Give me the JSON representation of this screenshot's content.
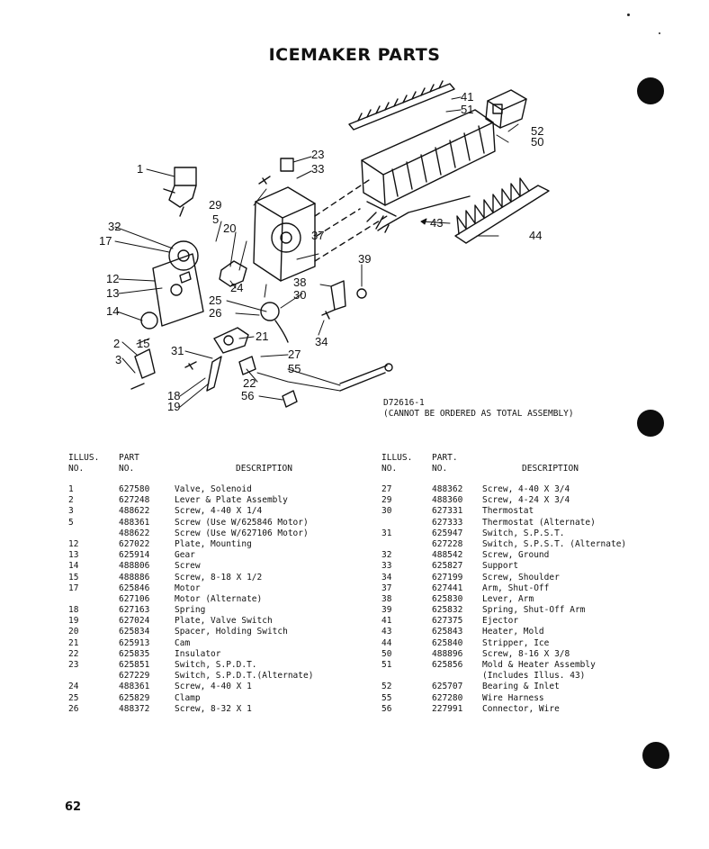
{
  "title": "ICEMAKER PARTS",
  "page_number": "62",
  "diagram": {
    "drawing_number": "D72616-1",
    "note": "(CANNOT BE ORDERED AS TOTAL ASSEMBLY)",
    "callouts": [
      "1",
      "2",
      "3",
      "5",
      "12",
      "13",
      "14",
      "15",
      "17",
      "18",
      "19",
      "20",
      "21",
      "22",
      "23",
      "24",
      "25",
      "26",
      "27",
      "29",
      "30",
      "31",
      "32",
      "33",
      "34",
      "37",
      "38",
      "39",
      "41",
      "43",
      "44",
      "50",
      "51",
      "52",
      "55",
      "56"
    ]
  },
  "table": {
    "headers": {
      "illus": "ILLUS.\nNO.",
      "part_left": "PART\nNO.",
      "part_right": "PART.\nNO.",
      "description": "DESCRIPTION"
    },
    "left_rows": [
      {
        "illus": "1",
        "part": "627580",
        "desc": "Valve, Solenoid"
      },
      {
        "illus": "2",
        "part": "627248",
        "desc": "Lever & Plate Assembly"
      },
      {
        "illus": "3",
        "part": "488622",
        "desc": "Screw, 4-40 X 1/4"
      },
      {
        "illus": "5",
        "part": "488361",
        "desc": "Screw (Use W/625846 Motor)"
      },
      {
        "illus": "",
        "part": "488622",
        "desc": "Screw (Use W/627106 Motor)"
      },
      {
        "illus": "12",
        "part": "627022",
        "desc": "Plate, Mounting"
      },
      {
        "illus": "13",
        "part": "625914",
        "desc": "Gear"
      },
      {
        "illus": "14",
        "part": "488806",
        "desc": "Screw"
      },
      {
        "illus": "15",
        "part": "488886",
        "desc": "Screw, 8-18 X 1/2"
      },
      {
        "illus": "17",
        "part": "625846",
        "desc": "Motor"
      },
      {
        "illus": "",
        "part": "627106",
        "desc": "Motor (Alternate)"
      },
      {
        "illus": "18",
        "part": "627163",
        "desc": "Spring"
      },
      {
        "illus": "19",
        "part": "627024",
        "desc": "Plate, Valve Switch"
      },
      {
        "illus": "20",
        "part": "625834",
        "desc": "Spacer, Holding Switch"
      },
      {
        "illus": "21",
        "part": "625913",
        "desc": "Cam"
      },
      {
        "illus": "22",
        "part": "625835",
        "desc": "Insulator"
      },
      {
        "illus": "23",
        "part": "625851",
        "desc": "Switch, S.P.D.T."
      },
      {
        "illus": "",
        "part": "627229",
        "desc": "Switch, S.P.D.T.(Alternate)"
      },
      {
        "illus": "24",
        "part": "488361",
        "desc": "Screw, 4-40 X 1"
      },
      {
        "illus": "25",
        "part": "625829",
        "desc": "Clamp"
      },
      {
        "illus": "26",
        "part": "488372",
        "desc": "Screw, 8-32 X 1"
      }
    ],
    "right_rows": [
      {
        "illus": "27",
        "part": "488362",
        "desc": "Screw, 4-40 X 3/4"
      },
      {
        "illus": "29",
        "part": "488360",
        "desc": "Screw, 4-24 X 3/4"
      },
      {
        "illus": "30",
        "part": "627331",
        "desc": "Thermostat"
      },
      {
        "illus": "",
        "part": "627333",
        "desc": "Thermostat (Alternate)"
      },
      {
        "illus": "31",
        "part": "625947",
        "desc": "Switch, S.P.S.T."
      },
      {
        "illus": "",
        "part": "627228",
        "desc": "Switch, S.P.S.T. (Alternate)"
      },
      {
        "illus": "32",
        "part": "488542",
        "desc": "Screw, Ground"
      },
      {
        "illus": "33",
        "part": "625827",
        "desc": "Support"
      },
      {
        "illus": "34",
        "part": "627199",
        "desc": "Screw, Shoulder"
      },
      {
        "illus": "37",
        "part": "627441",
        "desc": "Arm, Shut-Off"
      },
      {
        "illus": "38",
        "part": "625830",
        "desc": "Lever, Arm"
      },
      {
        "illus": "39",
        "part": "625832",
        "desc": "Spring, Shut-Off Arm"
      },
      {
        "illus": "41",
        "part": "627375",
        "desc": "Ejector"
      },
      {
        "illus": "43",
        "part": "625843",
        "desc": "Heater, Mold"
      },
      {
        "illus": "44",
        "part": "625840",
        "desc": "Stripper, Ice"
      },
      {
        "illus": "50",
        "part": "488896",
        "desc": "Screw, 8-16 X 3/8"
      },
      {
        "illus": "51",
        "part": "625856",
        "desc": "Mold & Heater Assembly"
      },
      {
        "illus": "",
        "part": "",
        "desc": "(Includes Illus. 43)"
      },
      {
        "illus": "52",
        "part": "625707",
        "desc": "Bearing & Inlet"
      },
      {
        "illus": "55",
        "part": "627280",
        "desc": "Wire Harness"
      },
      {
        "illus": "56",
        "part": "227991",
        "desc": "Connector, Wire"
      }
    ]
  }
}
